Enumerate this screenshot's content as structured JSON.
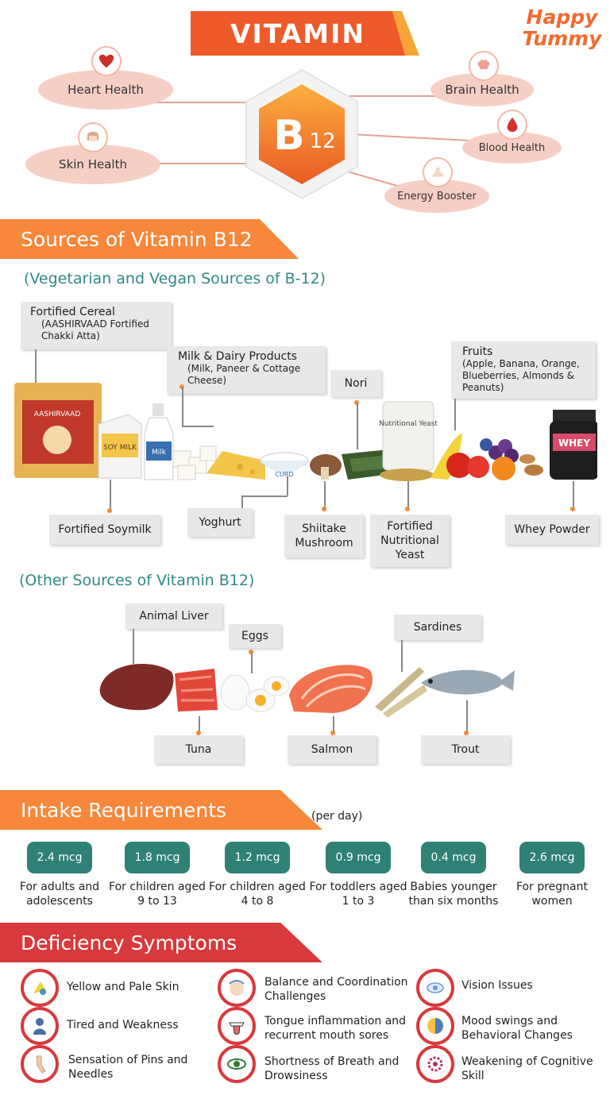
{
  "header": {
    "title": "VITAMIN",
    "logo_line1": "Happy",
    "logo_line2": "Tummy",
    "badge_letter": "B",
    "badge_number": "12"
  },
  "benefits": [
    "Heart Health",
    "Skin Health",
    "Brain Health",
    "Blood Health",
    "Energy Booster"
  ],
  "sources_banner": "Sources of Vitamin B12",
  "veg_heading": "(Vegetarian and Vegan Sources of B-12)",
  "veg": {
    "cereal_title": "Fortified Cereal",
    "cereal_sub": "(AASHIRVAAD Fortified Chakki Atta)",
    "dairy_title": "Milk & Dairy Products",
    "dairy_sub": "(Milk, Paneer & Cottage Cheese)",
    "nori": "Nori",
    "fruits_title": "Fruits",
    "fruits_sub": "(Apple, Banana, Orange, Blueberries, Almonds & Peanuts)",
    "soymilk": "Fortified Soymilk",
    "yoghurt": "Yoghurt",
    "shiitake": "Shiitake Mushroom",
    "yeast": "Fortified Nutritional Yeast",
    "whey": "Whey Powder",
    "pack_brand": "AASHIRVAAD",
    "soy_pack": "SOY MILK",
    "milk_pack": "Milk",
    "curd": "CURD",
    "yeast_jar": "Nutritional Yeast",
    "whey_jar": "WHEY"
  },
  "other_heading": "(Other Sources of Vitamin B12)",
  "other": {
    "liver": "Animal Liver",
    "eggs": "Eggs",
    "sardines": "Sardines",
    "tuna": "Tuna",
    "salmon": "Salmon",
    "trout": "Trout"
  },
  "intake": {
    "banner": "Intake Requirements",
    "per_day": "(per day)",
    "items": [
      {
        "amount": "2.4 mcg",
        "group": "For adults and adolescents"
      },
      {
        "amount": "1.8 mcg",
        "group": "For children aged 9 to 13"
      },
      {
        "amount": "1.2 mcg",
        "group": "For children aged 4 to 8"
      },
      {
        "amount": "0.9 mcg",
        "group": "For toddlers aged 1 to 3"
      },
      {
        "amount": "0.4 mcg",
        "group": "Babies younger than six months"
      },
      {
        "amount": "2.6 mcg",
        "group": "For pregnant women"
      }
    ]
  },
  "deficiency": {
    "banner": "Deficiency Symptoms",
    "items": [
      "Yellow and Pale Skin",
      "Balance and Coordination Challenges",
      "Vision Issues",
      "Tired and Weakness",
      "Tongue inflammation and recurrent mouth sores",
      "Mood swings and Behavioral Changes",
      "Sensation of Pins and Needles",
      "Shortness of Breath and Drowsiness",
      "Weakening of Cognitive Skill"
    ]
  },
  "colors": {
    "orange": "#ee5a2a",
    "orange_light": "#f6873b",
    "teal": "#2f8075",
    "red": "#d8393c",
    "pink_oval": "#f6cfc4"
  }
}
